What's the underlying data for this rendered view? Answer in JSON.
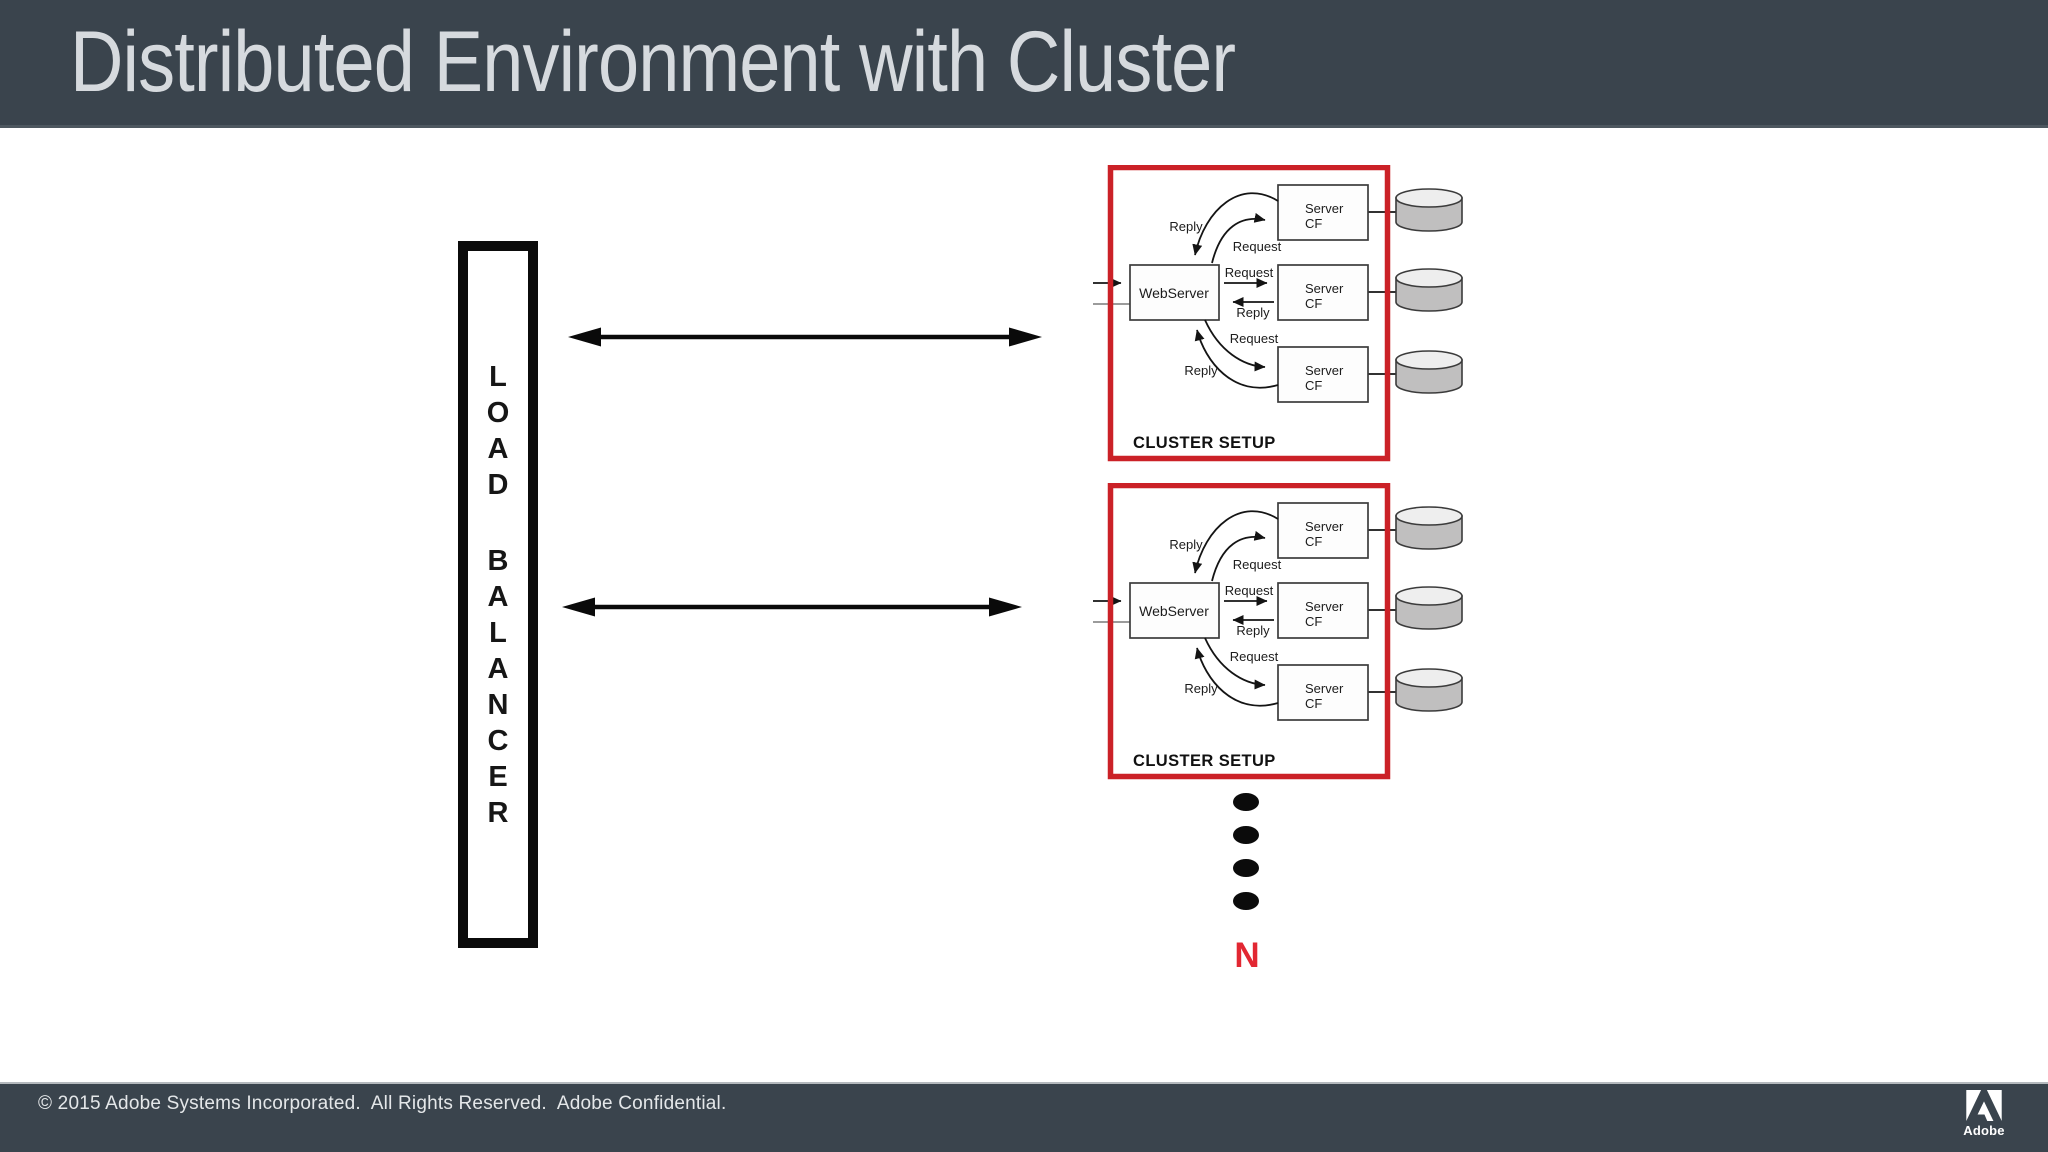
{
  "header": {
    "title": "Distributed Environment with Cluster"
  },
  "load_balancer": {
    "label": "LOAD BALANCER",
    "letters": [
      "L",
      "O",
      "A",
      "D",
      "B",
      "A",
      "L",
      "A",
      "N",
      "C",
      "E",
      "R"
    ]
  },
  "cluster": {
    "webserver": "WebServer",
    "server_line1": "Server",
    "server_line2": "CF",
    "request": "Request",
    "reply": "Reply",
    "caption": "CLUSTER SETUP"
  },
  "ellipsis": {
    "n_label": "N"
  },
  "footer": {
    "copyright": "© 2015 Adobe Systems Incorporated.  All Rights Reserved.  Adobe Confidential.",
    "brand": "Adobe"
  },
  "icons": {
    "adobe_logo": "adobe-triangle-logo-icon",
    "database": "database-cylinder-icon",
    "ellipsis": "vertical-ellipsis-dots-icon",
    "connector": "double-headed-arrow-icon"
  },
  "colors": {
    "header_bg": "#3a444d",
    "title_text": "#d6dade",
    "cluster_border_red": "#cb2127",
    "n_red": "#e22732",
    "arrow_black": "#0a0a0a",
    "cylinder_gray": "#c0bfbf"
  }
}
